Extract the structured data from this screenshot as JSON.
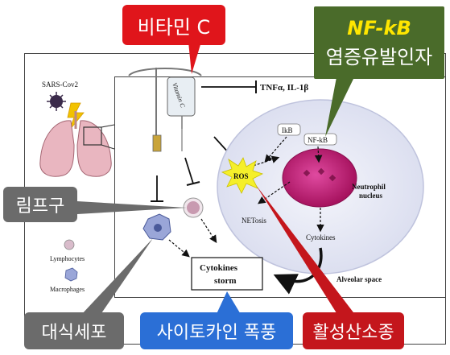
{
  "callouts": {
    "vitamin_c": "비타민 C",
    "nfkb_title": "NF-kB",
    "nfkb_sub": "염증유발인자",
    "lymphocyte": "림프구",
    "macrophage": "대식세포",
    "cytokine_storm": "사이토카인 폭풍",
    "ros": "활성산소종"
  },
  "diagram": {
    "virus_label": "SARS-Cov2",
    "iv_bag_label": "Vitamin C",
    "tnf_label": "TNFα, IL-1β",
    "ikb_label": "IkB",
    "nfkb_label": "NF-kB",
    "ros_label": "ROS",
    "neutrophil_label_1": "Neutrophil",
    "neutrophil_label_2": "nucleus",
    "nets_label": "NETosis",
    "cytokines_label": "Cytokines",
    "storm_label_1": "Cytokines",
    "storm_label_2": "storm",
    "alveolar_label": "Alveolar space",
    "legend_lymphocytes": "Lymphocytes",
    "legend_macrophages": "Macrophages"
  },
  "colors": {
    "red": "#e0151b",
    "gray": "#6b6b6b",
    "green": "#4a6b2a",
    "blue": "#2b6fd6",
    "nfkb_yellow": "#ffe600",
    "cell_fill": "#e6e8f5",
    "nucleus": "#c2227a",
    "ros_star": "#f5ef2a"
  }
}
